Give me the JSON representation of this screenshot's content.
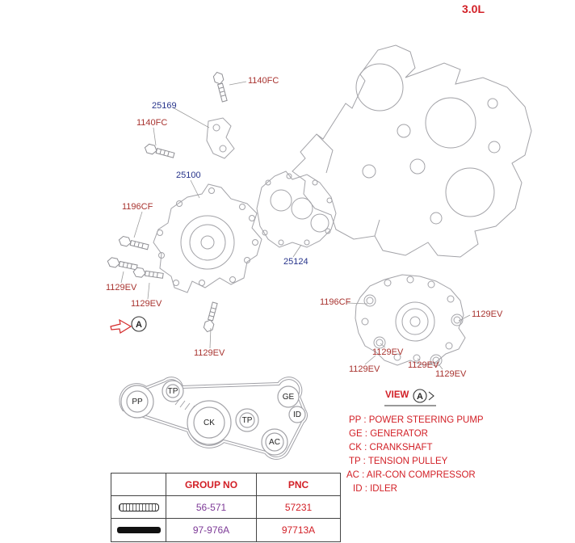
{
  "title": "3.0L",
  "colors": {
    "accent_red": "#d21f26",
    "fastener_red": "#a8332f",
    "part_blue": "#27348b",
    "purple": "#7d3a97",
    "line_gray": "#a3a3a8"
  },
  "labels": {
    "bolt_top": "1140FC",
    "bracket": "25169",
    "bolt_side": "1140FC",
    "water_pump": "25100",
    "stud": "1196CF",
    "gasket": "25124",
    "bolt_lower_1": "1129EV",
    "bolt_lower_2": "1129EV",
    "bolt_bottom": "1129EV",
    "view_stud": "1196CF",
    "view_bolt_right": "1129EV",
    "view_bolt_1": "1129EV",
    "view_bolt_2": "1129EV",
    "view_bolt_3": "1129EV",
    "view_bolt_4": "1129EV"
  },
  "view_note": {
    "label": "VIEW",
    "marker": "A"
  },
  "detail_marker": "A",
  "pulleys": [
    "PP",
    "TP",
    "CK",
    "TP",
    "AC",
    "GE",
    "ID"
  ],
  "legend": [
    "PP : POWER STEERING PUMP",
    "GE : GENERATOR",
    "CK : CRANKSHAFT",
    "TP : TENSION PULLEY",
    "AC : AIR-CON COMPRESSOR",
    "ID : IDLER"
  ],
  "belt_icons": [
    "ribbed-belt",
    "solid-belt"
  ],
  "table": {
    "headers": [
      "GROUP NO",
      "PNC"
    ],
    "rows": [
      [
        "56-571",
        "57231"
      ],
      [
        "97-976A",
        "97713A"
      ]
    ]
  }
}
